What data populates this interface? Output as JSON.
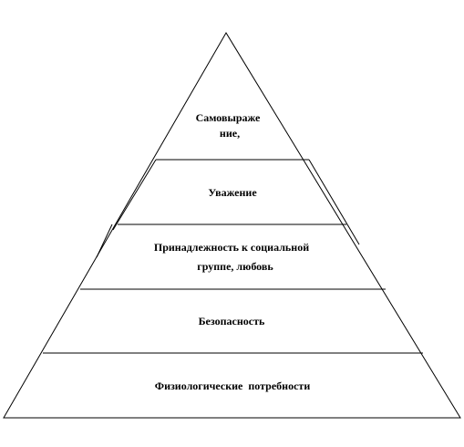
{
  "pyramid": {
    "levels": [
      {
        "id": "self-expression",
        "lines": [
          "Самовыраже",
          "ние,"
        ]
      },
      {
        "id": "respect",
        "lines": [
          "Уважение"
        ]
      },
      {
        "id": "belonging",
        "lines": [
          "Принадлежность к социальной",
          "группе, любовь"
        ]
      },
      {
        "id": "safety",
        "lines": [
          "Безопасность"
        ]
      },
      {
        "id": "physiological",
        "lines": [
          "Физиологические  потребности"
        ]
      }
    ]
  }
}
